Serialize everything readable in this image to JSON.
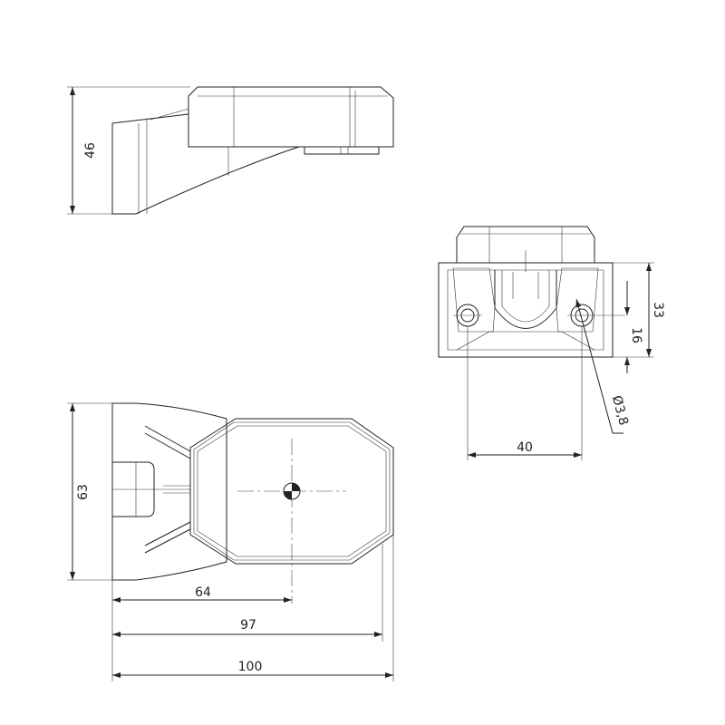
{
  "drawing": {
    "side_view": {
      "height_dim": "46"
    },
    "end_view": {
      "height_dim": "33",
      "mount_dim": "16",
      "hole_dim": "Ø3,8",
      "spacing_dim": "40"
    },
    "top_view": {
      "width_dim": "63",
      "dim_a": "64",
      "dim_b": "97",
      "dim_c": "100"
    }
  }
}
